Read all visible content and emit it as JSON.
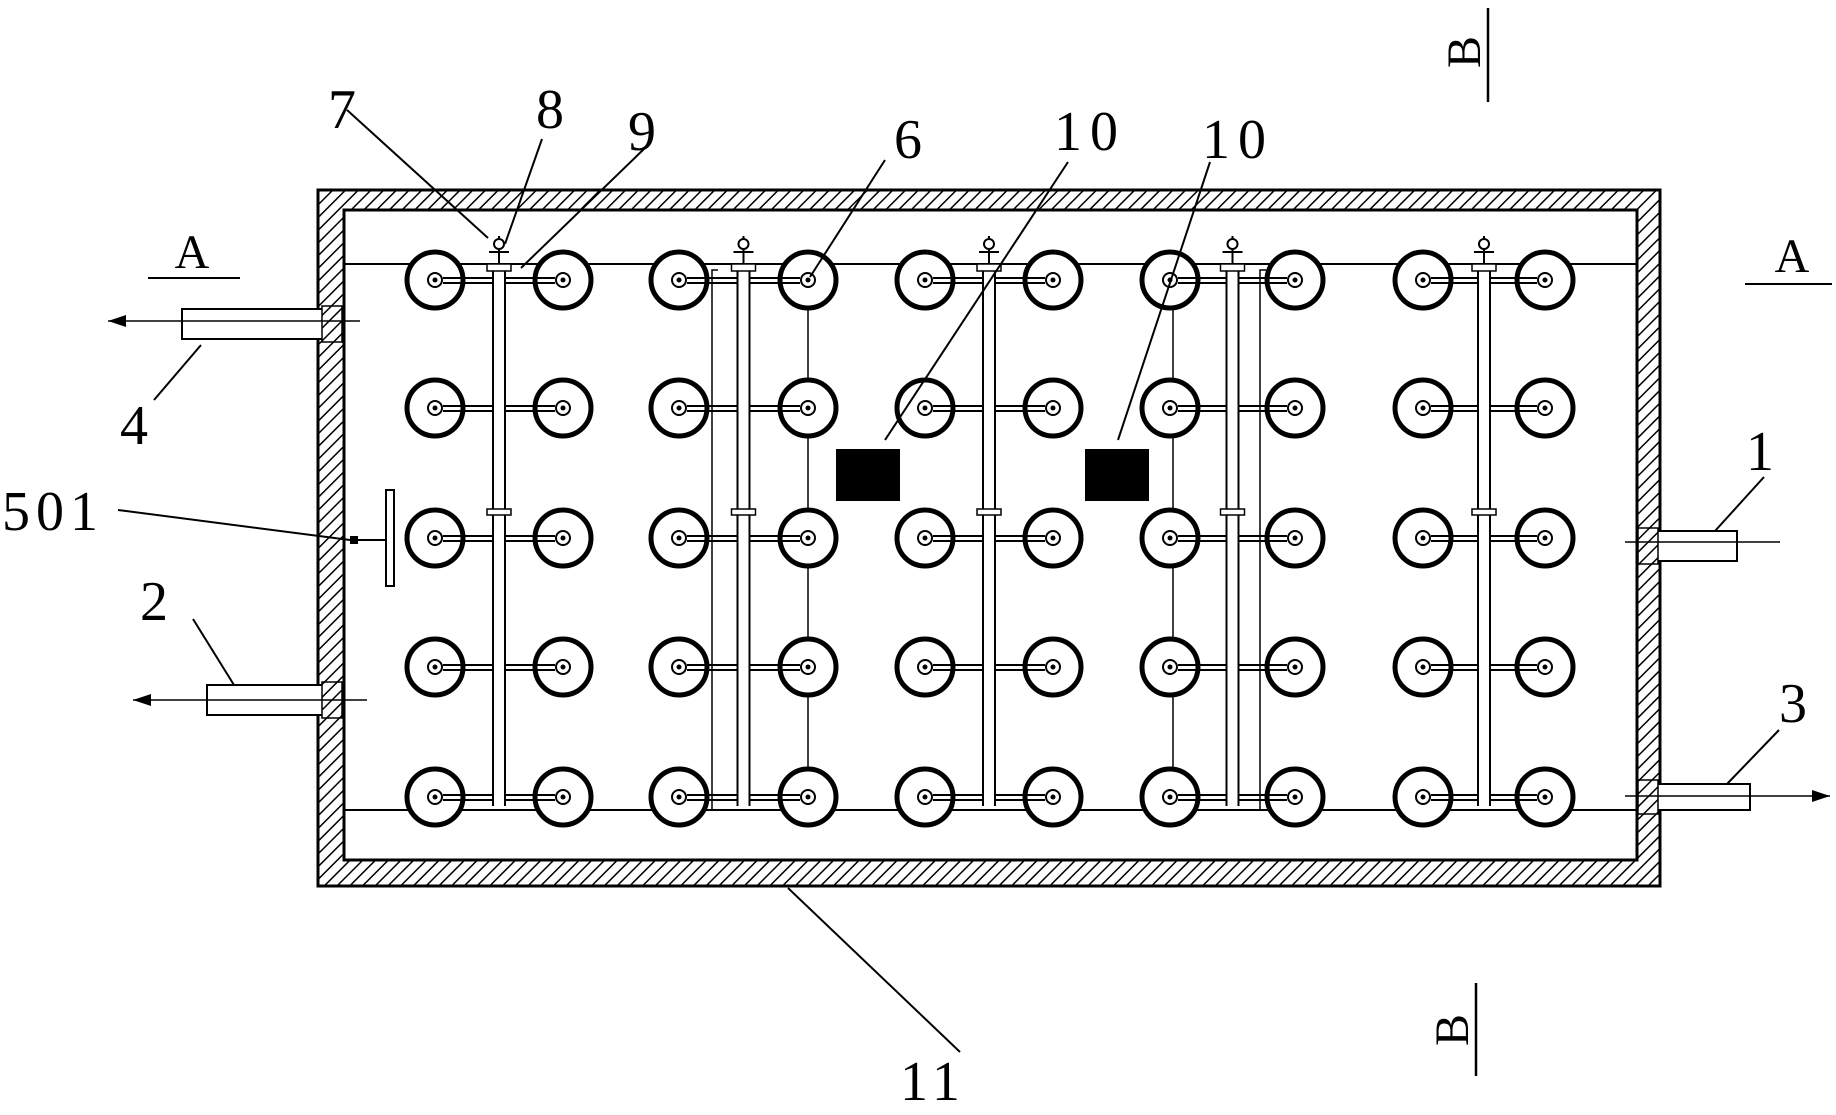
{
  "labels": {
    "l1": "1",
    "l2": "2",
    "l3": "3",
    "l4": "4",
    "l6": "6",
    "l7": "7",
    "l8": "8",
    "l9": "9",
    "l10a": "10",
    "l10b": "10",
    "l11": "11",
    "l501": "501"
  },
  "section_marks": {
    "a_left": "A",
    "a_right": "A",
    "b_top": "B",
    "b_bottom": "B"
  },
  "grid": {
    "columns": 10,
    "rows": 5
  },
  "colors": {
    "line": "#000000",
    "background": "#ffffff"
  }
}
